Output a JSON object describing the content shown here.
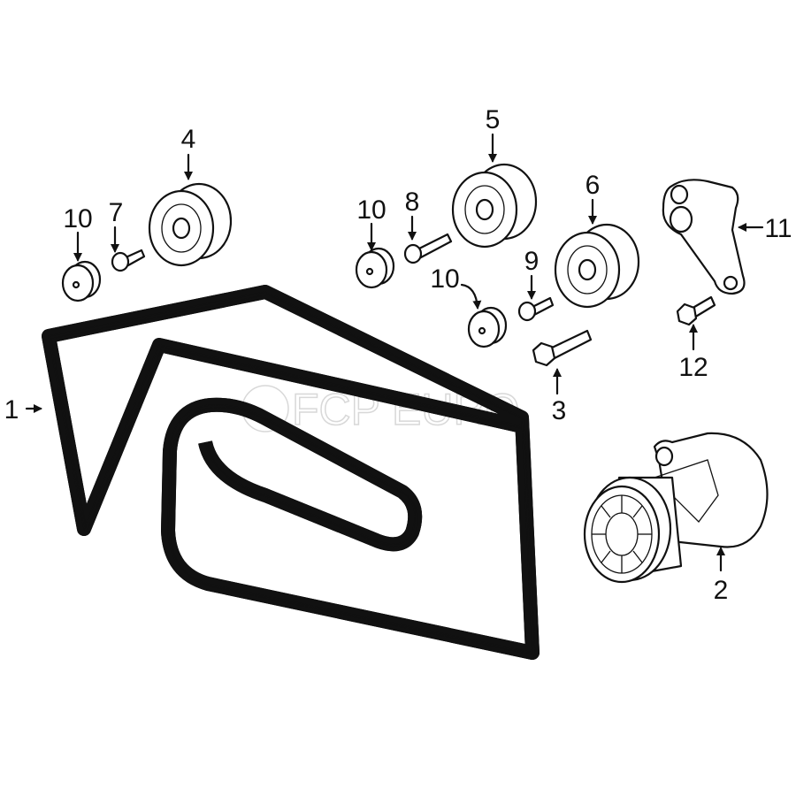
{
  "diagram": {
    "title": "Serpentine belt and pulley parts diagram",
    "watermark": "FCP EURO",
    "callouts": [
      {
        "id": "c1",
        "label": "1",
        "part": "belt"
      },
      {
        "id": "c2",
        "label": "2",
        "part": "belt-tensioner"
      },
      {
        "id": "c3",
        "label": "3",
        "part": "tensioner-bolt"
      },
      {
        "id": "c4",
        "label": "4",
        "part": "idler-pulley"
      },
      {
        "id": "c5",
        "label": "5",
        "part": "idler-pulley"
      },
      {
        "id": "c6",
        "label": "6",
        "part": "idler-pulley"
      },
      {
        "id": "c7",
        "label": "7",
        "part": "pulley-bolt"
      },
      {
        "id": "c8",
        "label": "8",
        "part": "pulley-bolt"
      },
      {
        "id": "c9",
        "label": "9",
        "part": "pulley-bolt"
      },
      {
        "id": "c10a",
        "label": "10",
        "part": "dust-cap"
      },
      {
        "id": "c10b",
        "label": "10",
        "part": "dust-cap"
      },
      {
        "id": "c10c",
        "label": "10",
        "part": "dust-cap"
      },
      {
        "id": "c11",
        "label": "11",
        "part": "bracket"
      },
      {
        "id": "c12",
        "label": "12",
        "part": "bracket-bolt"
      }
    ]
  }
}
